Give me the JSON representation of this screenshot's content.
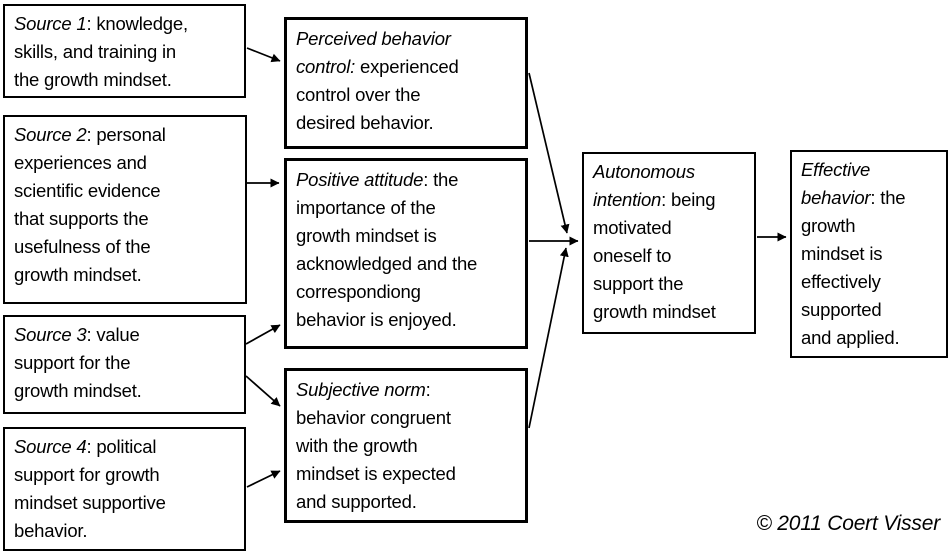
{
  "diagram": {
    "colors": {
      "ink": "#000000",
      "background": "#ffffff"
    },
    "boxes": {
      "source1": {
        "title": "Source 1",
        "body": ": knowledge,\nskills, and training in\nthe growth mindset."
      },
      "source2": {
        "title": "Source 2",
        "body": ": personal\nexperiences and\nscientific evidence\nthat supports the\nusefulness of the\ngrowth mindset."
      },
      "source3": {
        "title": "Source 3",
        "body": ": value\nsupport for the\ngrowth mindset."
      },
      "source4": {
        "title": "Source 4",
        "body": ": political\nsupport for growth\nmindset supportive\nbehavior."
      },
      "perceived_behavior_control": {
        "title": "Perceived behavior\ncontrol:",
        "body": " experienced\ncontrol over the\ndesired behavior."
      },
      "positive_attitude": {
        "title": "Positive attitude",
        "body": ": the\nimportance of the\ngrowth mindset is\nacknowledged and the\ncorrespondiong\nbehavior is enjoyed."
      },
      "subjective_norm": {
        "title": "Subjective norm",
        "body": ":\nbehavior congruent\nwith the growth\nmindset is expected\nand supported."
      },
      "autonomous_intention": {
        "title": "Autonomous\nintention",
        "body": ": being\nmotivated\noneself to\nsupport the\ngrowth mindset"
      },
      "effective_behavior": {
        "title": "Effective\nbehavior",
        "body": ": the\ngrowth\nmindset is\neffectively\nsupported\nand applied."
      }
    },
    "arrows": [
      {
        "from": "source1",
        "to": "perceived_behavior_control"
      },
      {
        "from": "source2",
        "to": "positive_attitude"
      },
      {
        "from": "source3",
        "to": "positive_attitude"
      },
      {
        "from": "source3",
        "to": "subjective_norm"
      },
      {
        "from": "source4",
        "to": "subjective_norm"
      },
      {
        "from": "perceived_behavior_control",
        "to": "autonomous_intention"
      },
      {
        "from": "positive_attitude",
        "to": "autonomous_intention"
      },
      {
        "from": "subjective_norm",
        "to": "autonomous_intention"
      },
      {
        "from": "autonomous_intention",
        "to": "effective_behavior"
      }
    ],
    "copyright": "© 2011 Coert Visser"
  }
}
